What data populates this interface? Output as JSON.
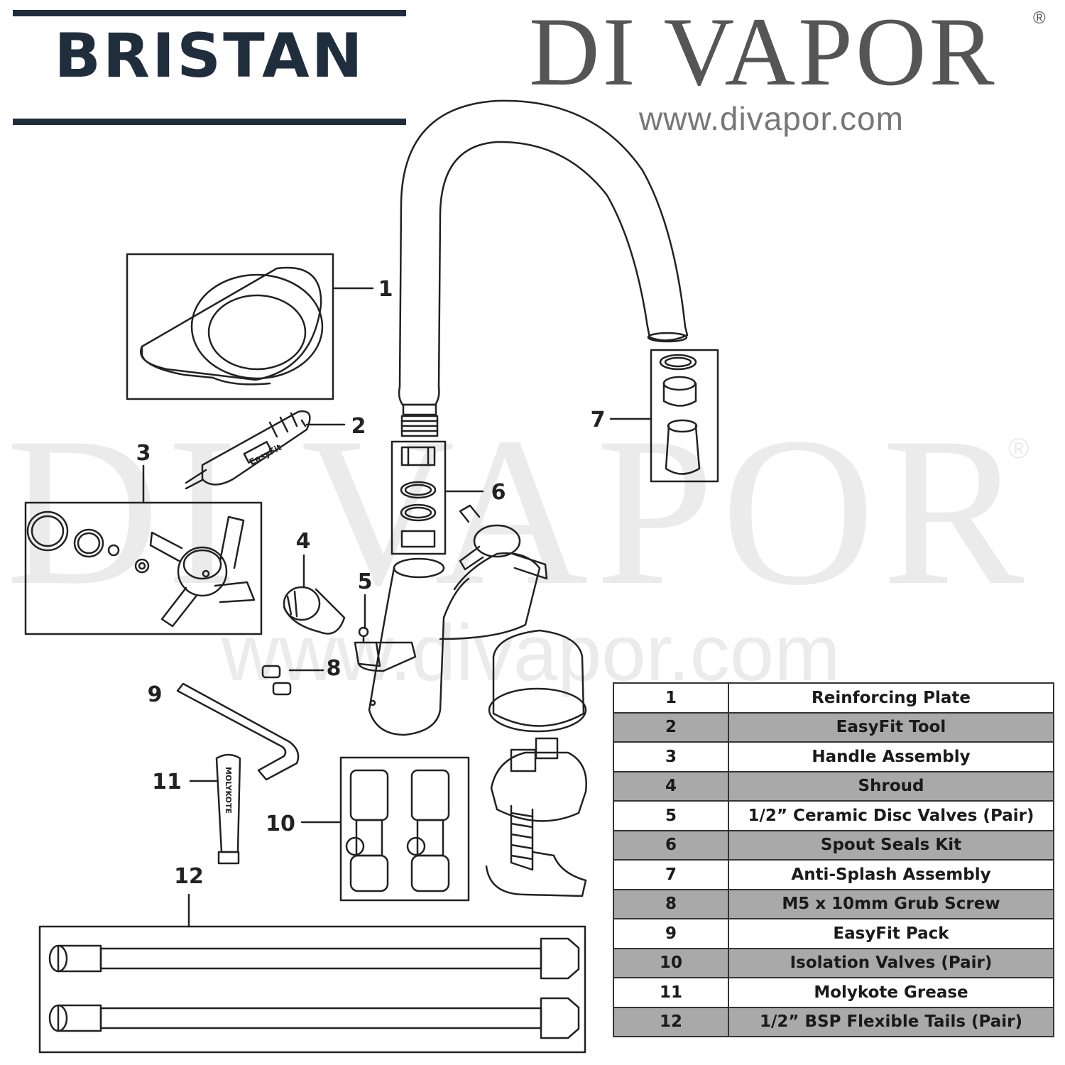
{
  "header": {
    "brand": "BRISTAN",
    "partner_logo": "DI VAPOR",
    "partner_reg": "®",
    "partner_url": "www.divapor.com"
  },
  "watermark": {
    "logo": "DI VAPOR",
    "reg": "®",
    "url": "www.divapor.com"
  },
  "diagram": {
    "tool_label": "EasyFit",
    "grease_label": "MOLYKOTE",
    "callouts": [
      "1",
      "2",
      "3",
      "4",
      "5",
      "6",
      "7",
      "8",
      "9",
      "10",
      "11",
      "12"
    ]
  },
  "parts": [
    {
      "num": "1",
      "name": "Reinforcing Plate"
    },
    {
      "num": "2",
      "name": "EasyFit Tool"
    },
    {
      "num": "3",
      "name": "Handle Assembly"
    },
    {
      "num": "4",
      "name": "Shroud"
    },
    {
      "num": "5",
      "name": "1/2” Ceramic Disc Valves (Pair)"
    },
    {
      "num": "6",
      "name": "Spout Seals Kit"
    },
    {
      "num": "7",
      "name": "Anti-Splash Assembly"
    },
    {
      "num": "8",
      "name": "M5 x 10mm Grub Screw"
    },
    {
      "num": "9",
      "name": "EasyFit Pack"
    },
    {
      "num": "10",
      "name": "Isolation Valves (Pair)"
    },
    {
      "num": "11",
      "name": "Molykote Grease"
    },
    {
      "num": "12",
      "name": "1/2” BSP Flexible Tails (Pair)"
    }
  ],
  "colors": {
    "brand_navy": "#1f2d3d",
    "row_shade": "#a9a9a9",
    "line": "#222222"
  }
}
